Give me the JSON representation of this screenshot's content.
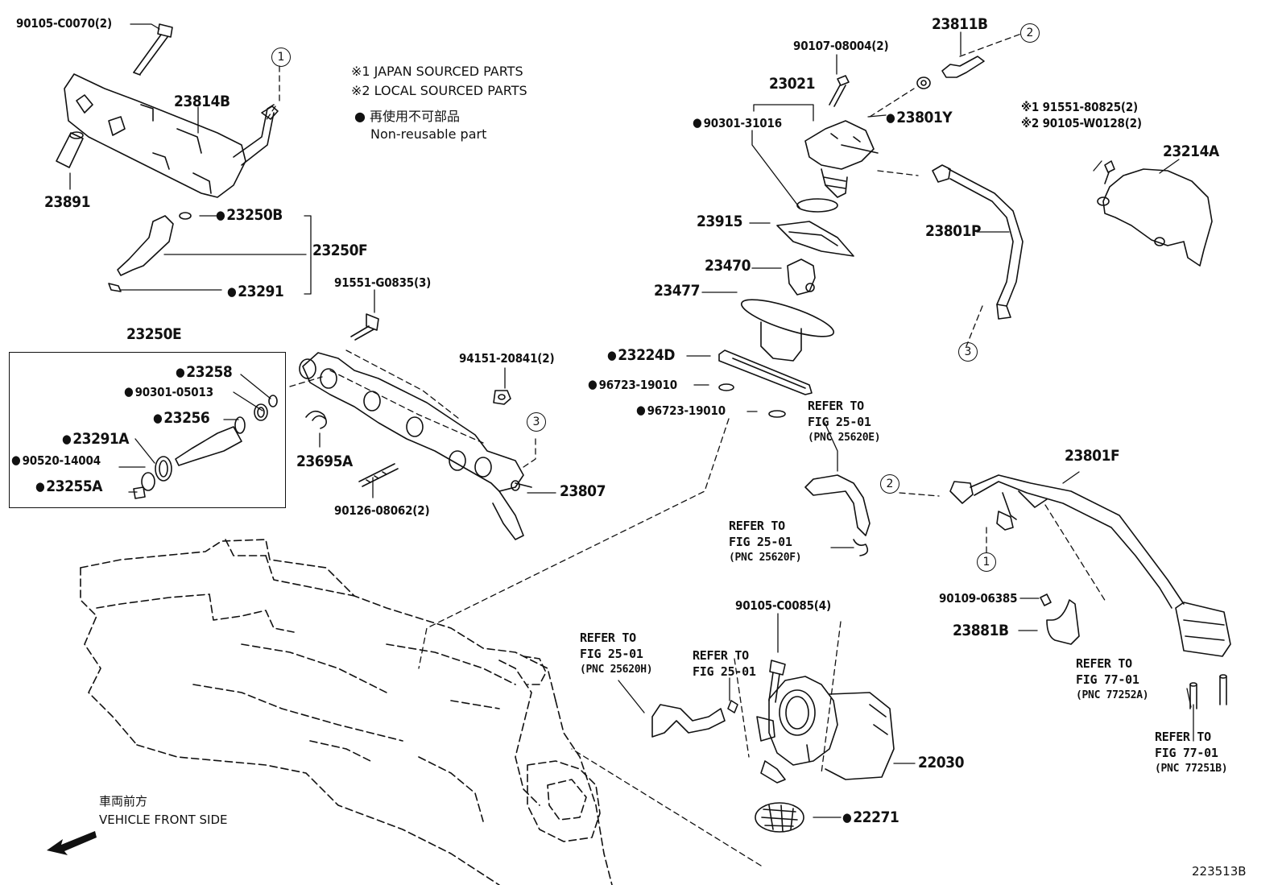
{
  "notes": {
    "japan": "※1 JAPAN SOURCED PARTS",
    "local": "※2 LOCAL SOURCED PARTS",
    "nonreuse_jp": "● 再使用不可部品",
    "nonreuse_en": "Non-reusable part"
  },
  "front": {
    "jp": "車両前方",
    "en": "VEHICLE FRONT SIDE"
  },
  "diagram_id": "223513B",
  "parts": {
    "p90105_c0070": "90105-C0070(2)",
    "p23814b": "23814B",
    "p23891": "23891",
    "p23250b": "23250B",
    "p23250f": "23250F",
    "p23291": "23291",
    "p23250e": "23250E",
    "p23258": "23258",
    "p90301_05013": "90301-05013",
    "p23256": "23256",
    "p23291a": "23291A",
    "p90520_14004": "90520-14004",
    "p23255a": "23255A",
    "p91551_g0835": "91551-G0835(3)",
    "p23695a": "23695A",
    "p94151_20841": "94151-20841(2)",
    "p23807": "23807",
    "p90126_08062": "90126-08062(2)",
    "p90107_08004": "90107-08004(2)",
    "p23811b": "23811B",
    "p23021": "23021",
    "p90301_31016": "90301-31016",
    "p23801y": "23801Y",
    "p23915": "23915",
    "p23801p": "23801P",
    "p23470": "23470",
    "p23477": "23477",
    "p23224d": "23224D",
    "p96723_19010a": "96723-19010",
    "p96723_19010b": "96723-19010",
    "p91551_80825": "※1 91551-80825(2)",
    "p90105_w0128": "※2 90105-W0128(2)",
    "p23214a": "23214A",
    "p23801f": "23801F",
    "p90109_06385": "90109-06385",
    "p23881b": "23881B",
    "p90105_c0085": "90105-C0085(4)",
    "p22030": "22030",
    "p22271": "22271"
  },
  "refs": [
    {
      "l1": "REFER TO",
      "l2": "FIG 25-01",
      "l3": "(PNC 25620E)"
    },
    {
      "l1": "REFER TO",
      "l2": "FIG 25-01",
      "l3": "(PNC 25620F)"
    },
    {
      "l1": "REFER TO",
      "l2": "FIG 25-01",
      "l3": "(PNC 25620H)"
    },
    {
      "l1": "REFER TO",
      "l2": "FIG 25-01"
    },
    {
      "l1": "REFER TO",
      "l2": "FIG 77-01",
      "l3": "(PNC 77252A)"
    },
    {
      "l1": "REFER TO",
      "l2": "FIG 77-01",
      "l3": "(PNC 77251B)"
    }
  ],
  "circles": [
    "1",
    "2",
    "3",
    "3",
    "2",
    "1"
  ]
}
